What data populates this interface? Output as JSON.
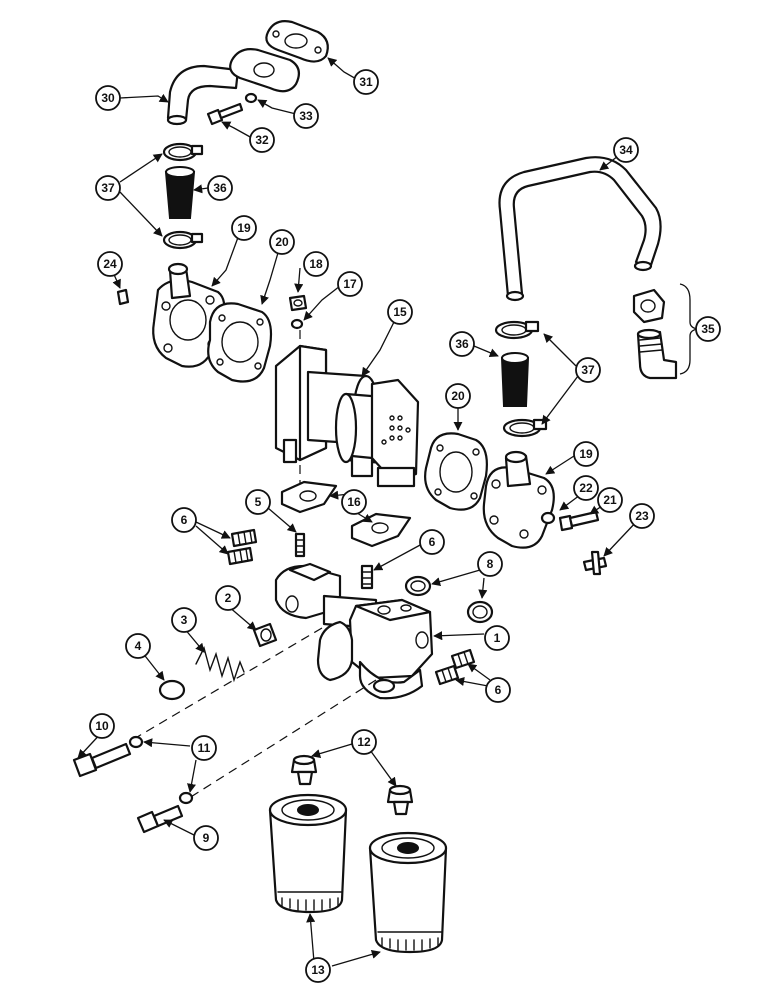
{
  "callouts": [
    "1",
    "2",
    "3",
    "4",
    "5",
    "6",
    "6",
    "6",
    "8",
    "9",
    "10",
    "11",
    "12",
    "13",
    "15",
    "16",
    "17",
    "18",
    "19",
    "19",
    "20",
    "20",
    "21",
    "22",
    "23",
    "24",
    "30",
    "31",
    "32",
    "33",
    "34",
    "35",
    "36",
    "36",
    "37",
    "37"
  ],
  "colors": {
    "line": "#111111",
    "background": "#ffffff"
  }
}
